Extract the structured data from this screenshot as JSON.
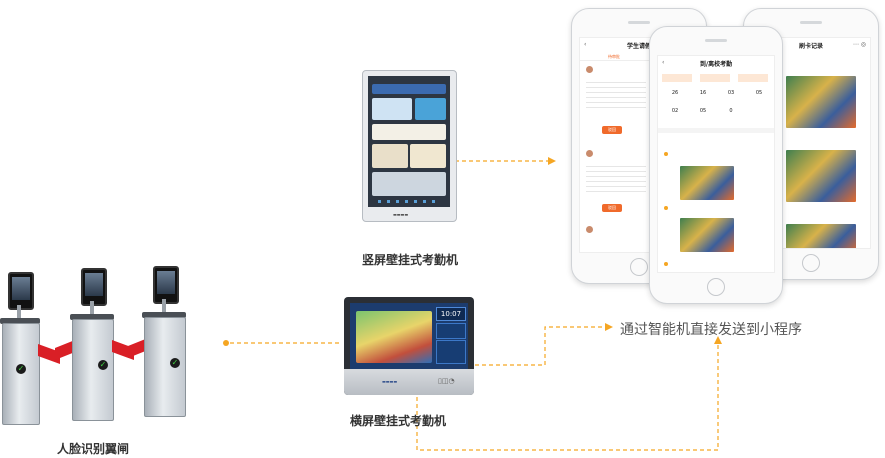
{
  "labels": {
    "gates": "人脸识别翼闸",
    "vertical_terminal": "竖屏壁挂式考勤机",
    "horizontal_terminal": "横屏壁挂式考勤机",
    "send_caption": "通过智能机直接发送到小程序"
  },
  "terminal_screen": {
    "clock": "10:07"
  },
  "phones": {
    "left_title": "学生请假",
    "left_tab": "待审批",
    "left_btn": "驳回",
    "center_title": "到/离校考勤",
    "center_stats": [
      "26",
      "16",
      "03",
      "05",
      "02",
      "05",
      "0"
    ],
    "right_title": "刷卡记录"
  },
  "colors": {
    "accent": "#f5a623",
    "flap_red": "#d91f26",
    "dash_line": "#f5a623"
  }
}
